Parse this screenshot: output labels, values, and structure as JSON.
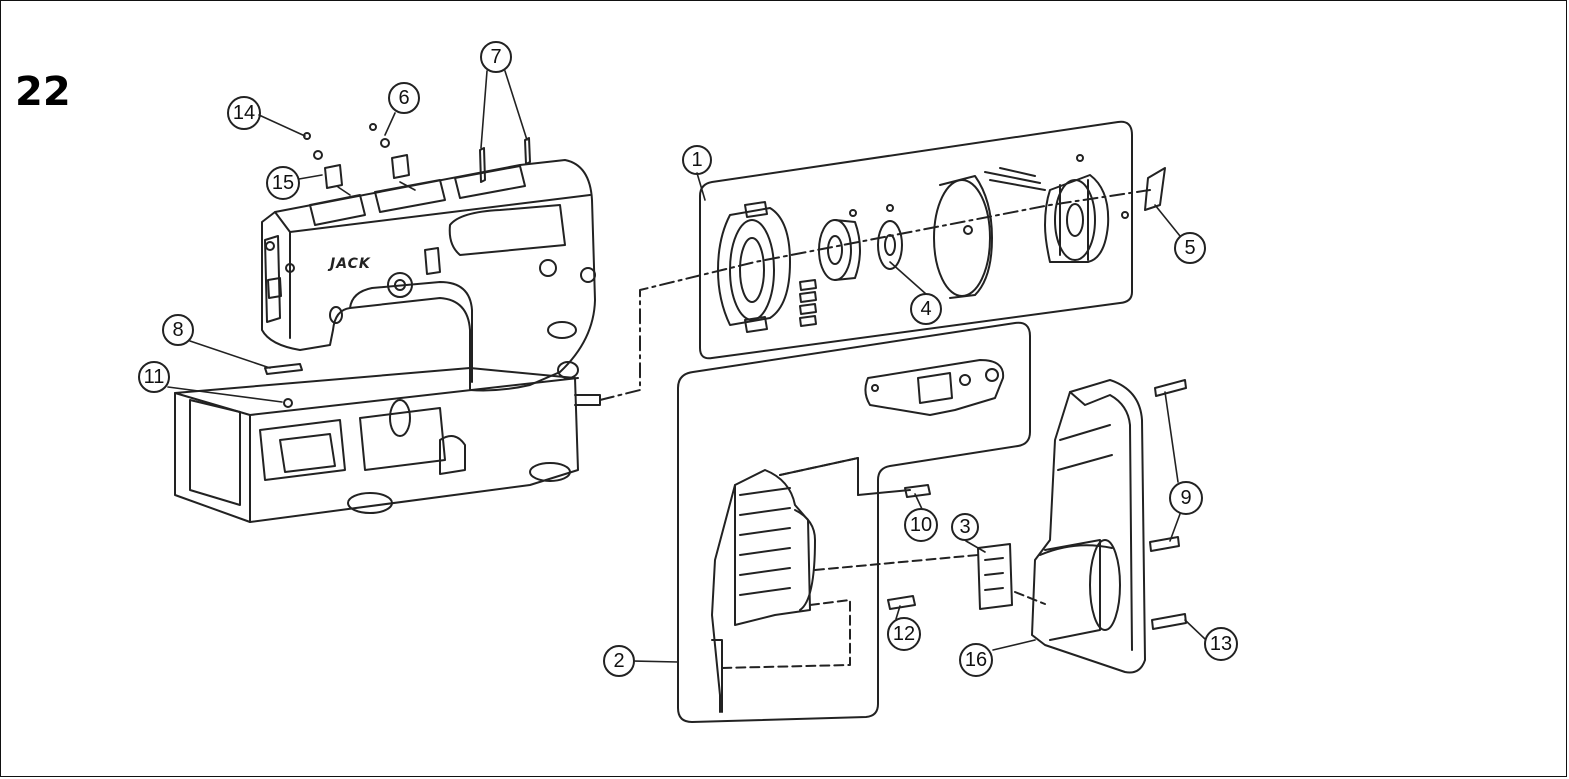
{
  "page": {
    "number": "22"
  },
  "logo": {
    "text": "JACK"
  },
  "colors": {
    "line": "#222222",
    "background": "#ffffff"
  },
  "callouts": [
    {
      "label": "1"
    },
    {
      "label": "2"
    },
    {
      "label": "3"
    },
    {
      "label": "4"
    },
    {
      "label": "5"
    },
    {
      "label": "6"
    },
    {
      "label": "7"
    },
    {
      "label": "8"
    },
    {
      "label": "9"
    },
    {
      "label": "10"
    },
    {
      "label": "11"
    },
    {
      "label": "12"
    },
    {
      "label": "13"
    },
    {
      "label": "14"
    },
    {
      "label": "15"
    },
    {
      "label": "16"
    }
  ]
}
